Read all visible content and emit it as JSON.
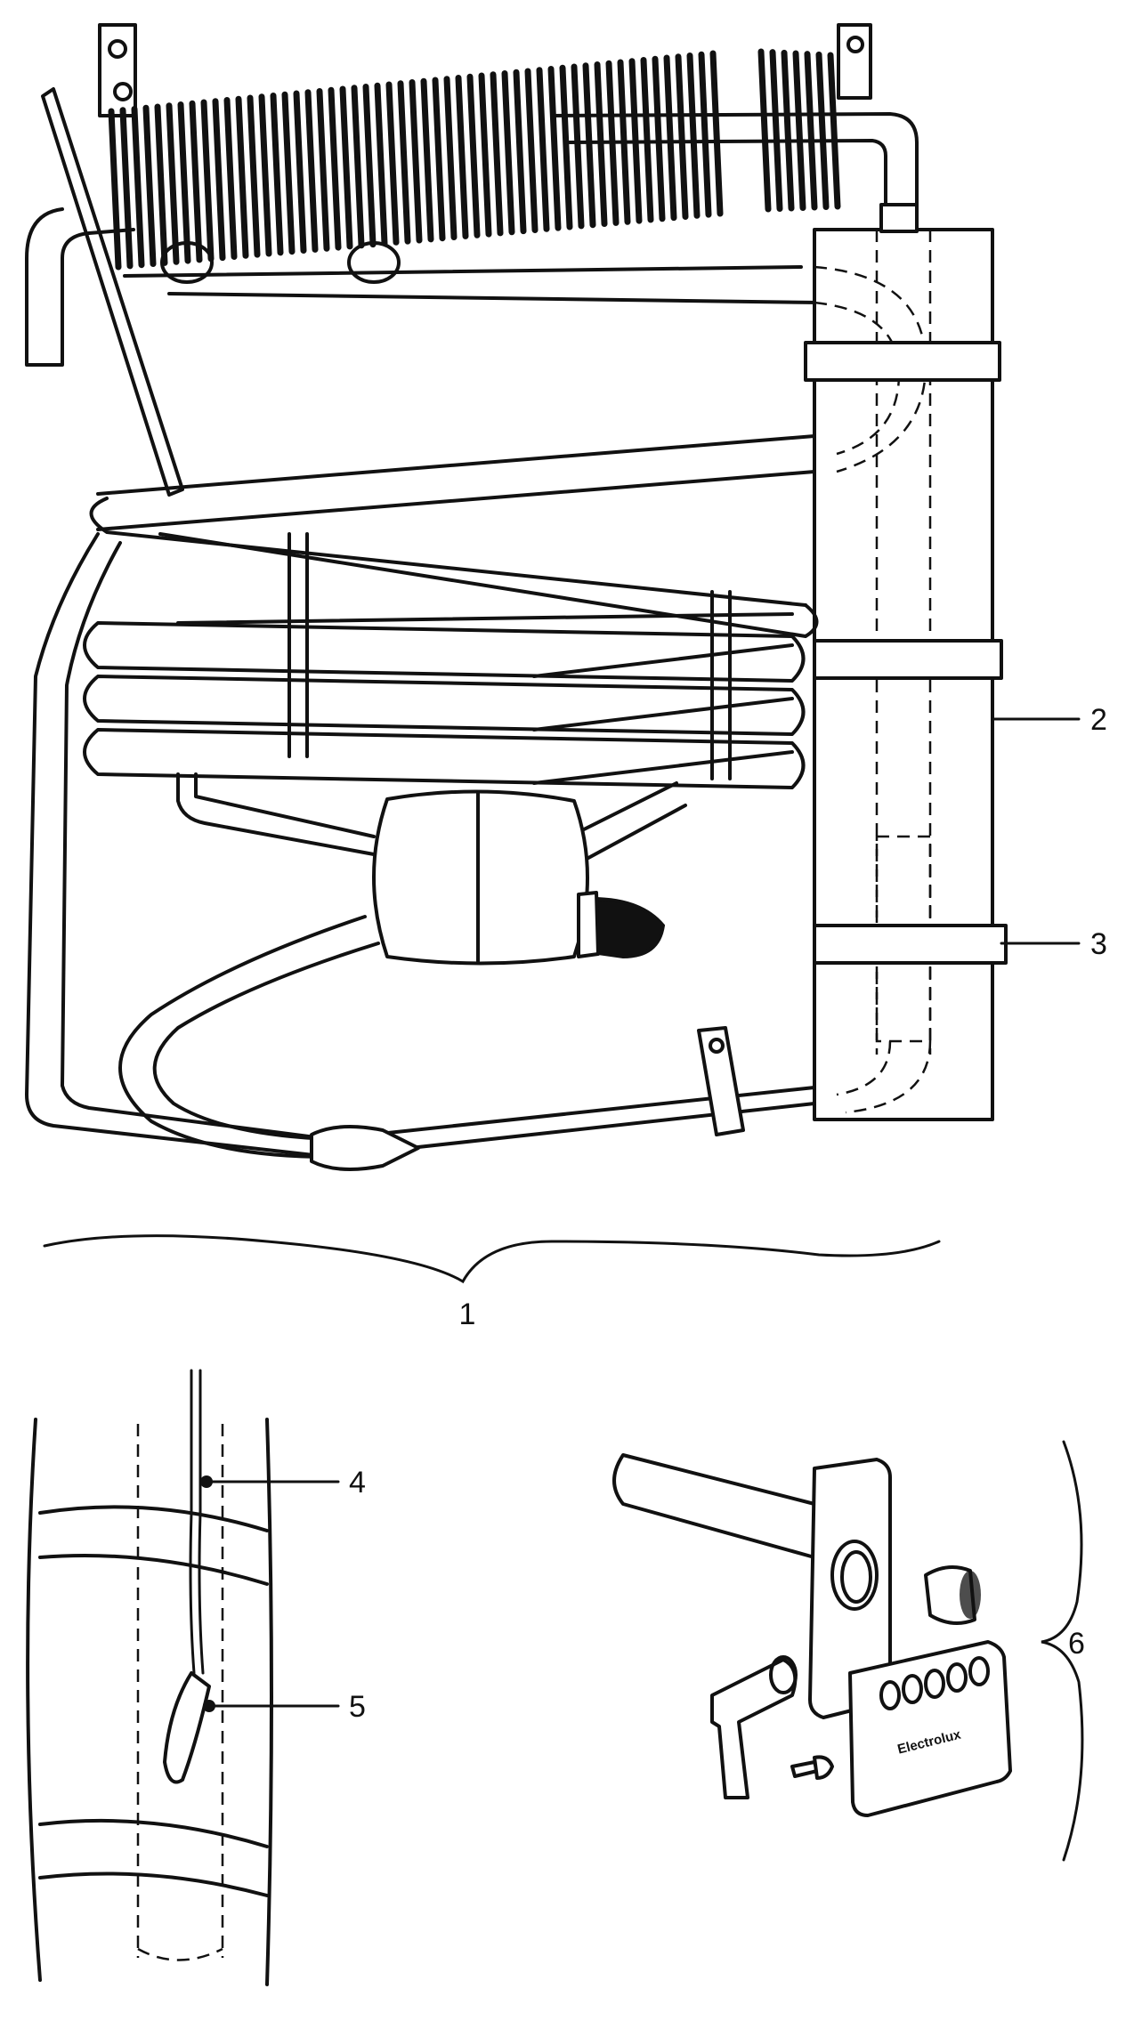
{
  "callouts": {
    "item_1": "1",
    "item_2": "2",
    "item_3": "3",
    "item_4": "4",
    "item_5": "5",
    "item_6": "6"
  },
  "nameplate": {
    "brand": "Electrolux"
  },
  "colors": {
    "line": "#111111",
    "background": "#ffffff"
  }
}
